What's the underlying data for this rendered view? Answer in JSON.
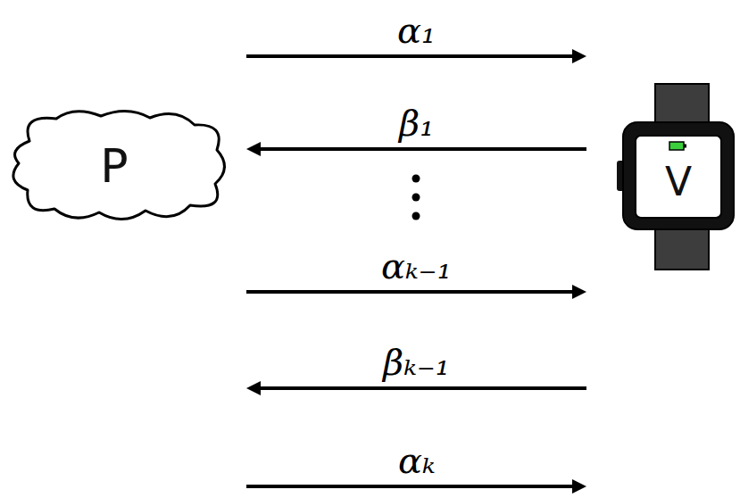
{
  "diagram": {
    "nodes": [
      {
        "text": [
          "P"
        ]
      },
      {
        "text": [
          "V"
        ]
      }
    ],
    "edges": [
      {
        "from": 0,
        "to": 1,
        "label": "α₁",
        "arrow": "to"
      },
      {
        "from": 1,
        "to": 0,
        "label": "β₁",
        "arrow": "to"
      },
      {
        "from": 0,
        "to": 1,
        "label": "αₖ₋₁",
        "arrow": "to"
      },
      {
        "from": 1,
        "to": 0,
        "label": "βₖ₋₁",
        "arrow": "to"
      },
      {
        "from": 0,
        "to": 1,
        "label": "αₖ",
        "arrow": "to"
      }
    ]
  }
}
